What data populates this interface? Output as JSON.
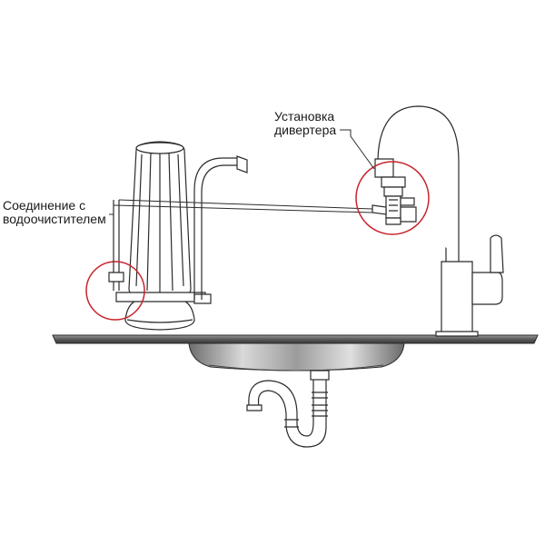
{
  "labels": {
    "diverter_line1": "Установка",
    "diverter_line2": "дивертера",
    "connection_line1": "Соединение с",
    "connection_line2": "водоочистителем"
  },
  "colors": {
    "highlight_circle": "#c8232c",
    "outline": "#2b2b2b",
    "countertop": "#555555",
    "sink_basin": "#8a8a8a"
  }
}
